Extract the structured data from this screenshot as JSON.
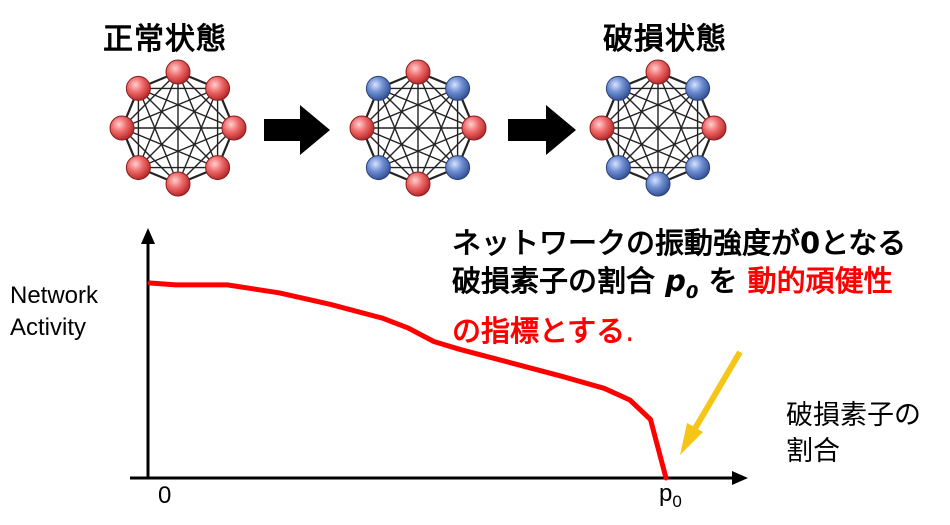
{
  "states": {
    "normal_label": "正常状態",
    "broken_label": "破損状態"
  },
  "networks": [
    {
      "node_colors": [
        "red",
        "red",
        "red",
        "red",
        "red",
        "red",
        "red",
        "red"
      ]
    },
    {
      "node_colors": [
        "red",
        "blue",
        "red",
        "blue",
        "red",
        "blue",
        "red",
        "blue"
      ]
    },
    {
      "node_colors": [
        "red",
        "blue",
        "red",
        "blue",
        "blue",
        "blue",
        "red",
        "blue"
      ]
    }
  ],
  "colors": {
    "red_node": "#e85a5a",
    "blue_node": "#5b7fc4",
    "curve": "#ff0000",
    "arrow_yellow": "#f5c518"
  },
  "chart": {
    "ylabel_line1": "Network",
    "ylabel_line2": "Activity",
    "xtick_zero": "0",
    "xtick_p0": "p",
    "xtick_p0_sub": "0",
    "xaxis_title_line1": "破損素子の",
    "xaxis_title_line2": "割合"
  },
  "annotation": {
    "line1": "ネットワークの振動強度が0となる",
    "line2_pre": "破損素子の割合 ",
    "line2_p": "p",
    "line2_sub": "0",
    "line2_post": " を ",
    "line2_red": "動的頑健性",
    "line3_red": "の指標とする",
    "line3_end": "."
  },
  "chart_data": {
    "type": "line",
    "x": [
      0,
      0.05,
      0.15,
      0.25,
      0.35,
      0.45,
      0.5,
      0.55,
      0.6,
      0.7,
      0.8,
      0.88,
      0.93,
      0.97,
      1.0
    ],
    "y": [
      1.0,
      0.99,
      0.99,
      0.95,
      0.89,
      0.82,
      0.77,
      0.7,
      0.66,
      0.59,
      0.52,
      0.46,
      0.4,
      0.3,
      0.0
    ]
  }
}
